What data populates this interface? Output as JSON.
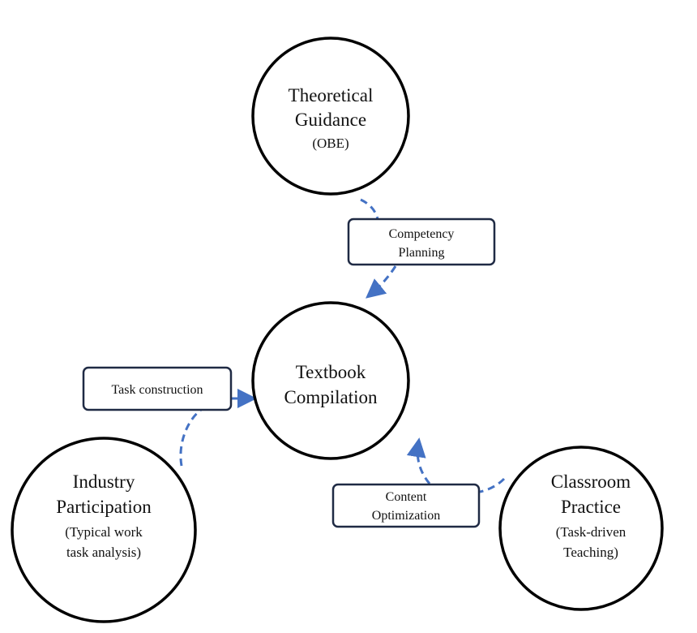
{
  "colors": {
    "arrow": "#4472c4",
    "box_border": "#1f2a44",
    "circle_border": "#000000"
  },
  "nodes": {
    "theoretical": {
      "line1": "Theoretical",
      "line2": "Guidance",
      "sub1": "(OBE)"
    },
    "textbook": {
      "line1": "Textbook",
      "line2": "Compilation"
    },
    "industry": {
      "line1": "Industry",
      "line2": "Participation",
      "sub1": "(Typical work",
      "sub2": "task analysis)"
    },
    "classroom": {
      "line1": "Classroom",
      "line2": "Practice",
      "sub1": "(Task-driven",
      "sub2": "Teaching)"
    }
  },
  "links": {
    "competency": {
      "line1": "Competency",
      "line2": "Planning"
    },
    "task": {
      "line1": "Task construction"
    },
    "content": {
      "line1": "Content",
      "line2": "Optimization"
    }
  }
}
